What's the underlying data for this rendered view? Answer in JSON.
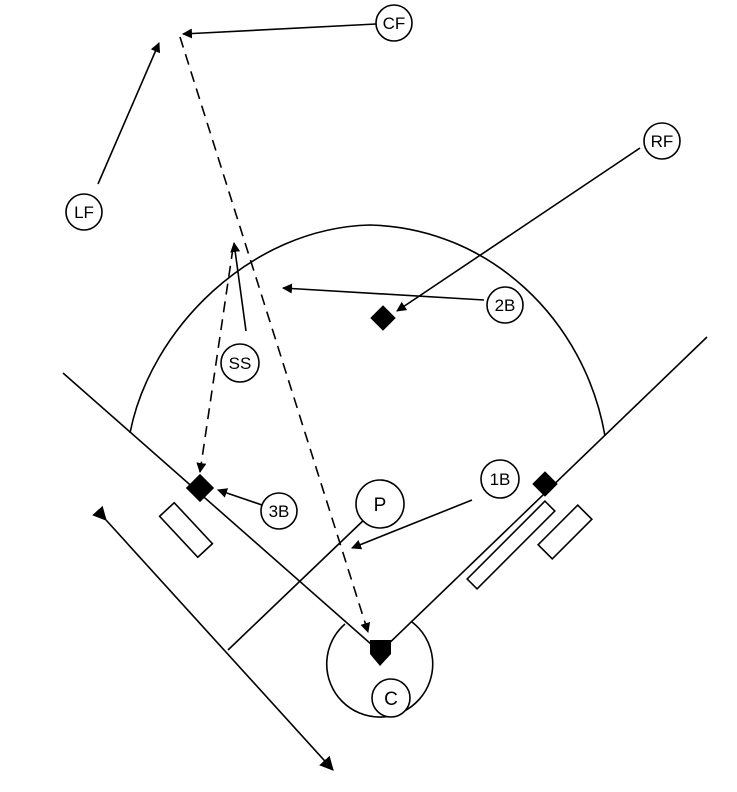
{
  "positions": {
    "cf": "CF",
    "lf": "LF",
    "rf": "RF",
    "ss": "SS",
    "second_base": "2B",
    "third_base": "3B",
    "first_base": "1B",
    "pitcher": "P",
    "catcher": "C"
  }
}
